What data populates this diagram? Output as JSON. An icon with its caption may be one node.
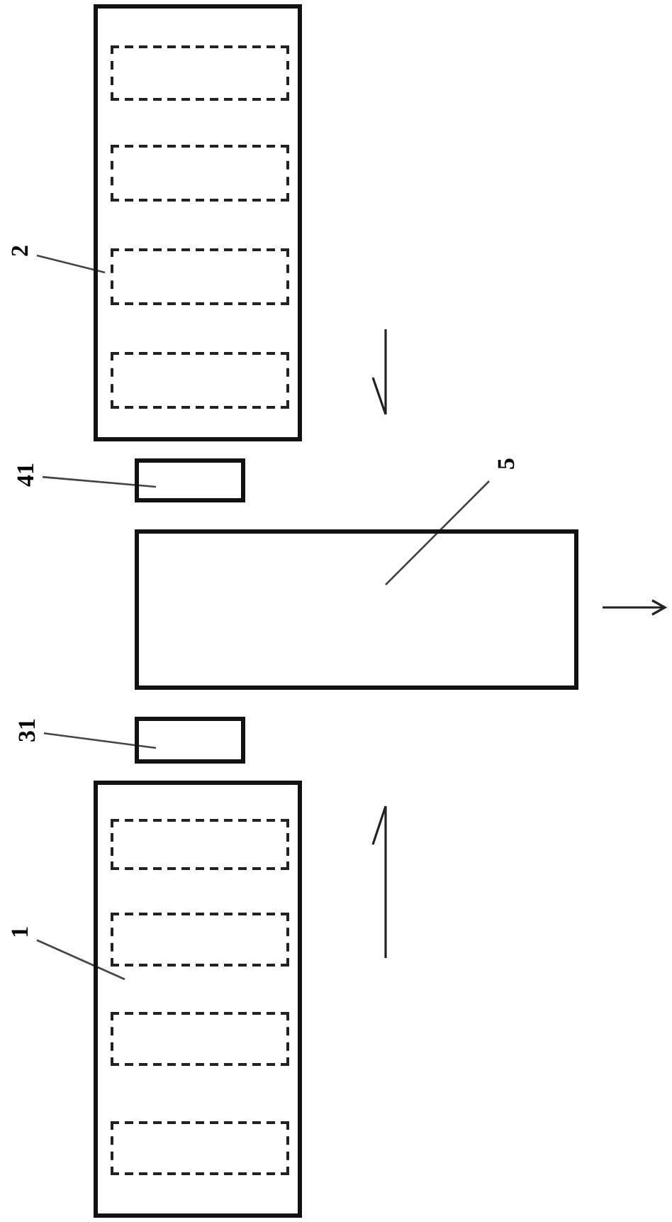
{
  "diagram": {
    "nodes": [
      {
        "text": [
          "2"
        ]
      },
      {
        "text": [],
        "shape": "box"
      },
      {
        "text": [],
        "shape": "box",
        "in": 1
      },
      {
        "text": [],
        "shape": "box",
        "in": 1
      },
      {
        "text": [],
        "shape": "box",
        "in": 1
      },
      {
        "text": [],
        "shape": "box",
        "in": 1
      },
      {
        "text": [
          "41"
        ]
      },
      {
        "text": [],
        "shape": "box"
      },
      {
        "text": [
          "5"
        ]
      },
      {
        "text": [],
        "shape": "box"
      },
      {
        "text": [
          "31"
        ]
      },
      {
        "text": [],
        "shape": "box"
      },
      {
        "text": [
          "1"
        ]
      },
      {
        "text": [],
        "shape": "box"
      },
      {
        "text": [],
        "shape": "box",
        "in": 13
      },
      {
        "text": [],
        "shape": "box",
        "in": 13
      },
      {
        "text": [],
        "shape": "box",
        "in": 13
      },
      {
        "text": [],
        "shape": "box",
        "in": 13
      }
    ],
    "edges": [
      {
        "from": 0,
        "to": 1,
        "arrow": "none"
      },
      {
        "from": 6,
        "to": 7,
        "arrow": "none"
      },
      {
        "from": 8,
        "to": 9,
        "arrow": "none"
      },
      {
        "from": 10,
        "to": 11,
        "arrow": "none"
      },
      {
        "from": 12,
        "to": 13,
        "arrow": "none"
      }
    ]
  }
}
